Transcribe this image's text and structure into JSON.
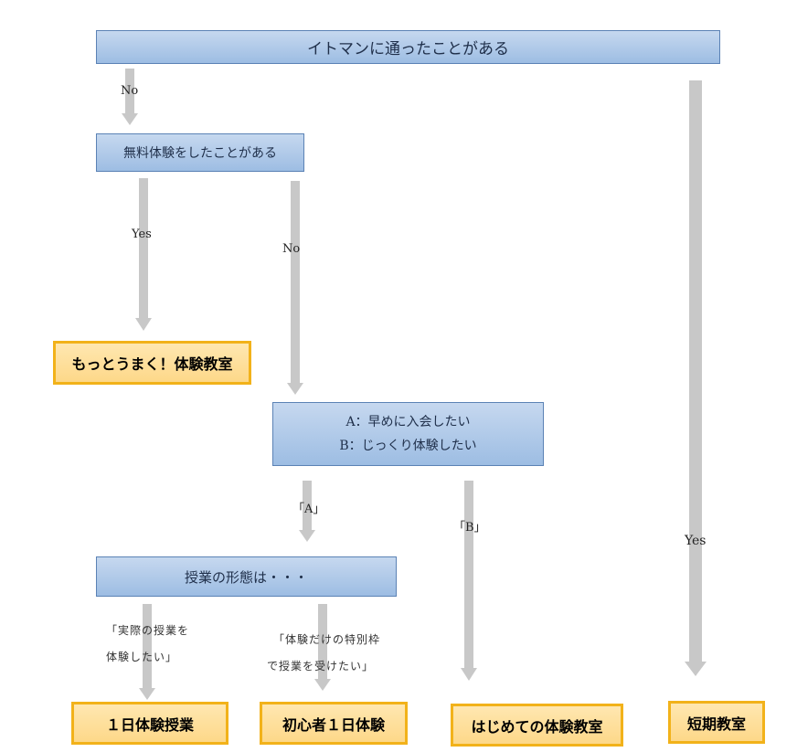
{
  "colors": {
    "box_fill": "#a7c4e6",
    "box_border": "#5b82b5",
    "outcome_fill": "#fde2a0",
    "outcome_border": "#f2b21a",
    "arrow": "#c8c8c8"
  },
  "questions": {
    "q1": "イトマンに通ったことがある",
    "q2": "無料体験をしたことがある",
    "q3_line1": "A：早めに入会したい",
    "q3_line2": "B：じっくり体験したい",
    "q4": "授業の形態は・・・"
  },
  "labels": {
    "q1_no": "No",
    "q1_yes": "Yes",
    "q2_yes": "Yes",
    "q2_no": "No",
    "q3_a": "「A」",
    "q3_b": "「B」",
    "q4_a_line1": "「実際の授業を",
    "q4_a_line2": "体験したい」",
    "q4_b_line1": "「体験だけの特別枠",
    "q4_b_line2": "で授業を受けたい」"
  },
  "outcomes": {
    "motto": "もっとうまく！体験教室",
    "ichinichi_jugyo": "１日体験授業",
    "shoshinsha": "初心者１日体験",
    "hajimete": "はじめての体験教室",
    "tanki": "短期教室"
  }
}
